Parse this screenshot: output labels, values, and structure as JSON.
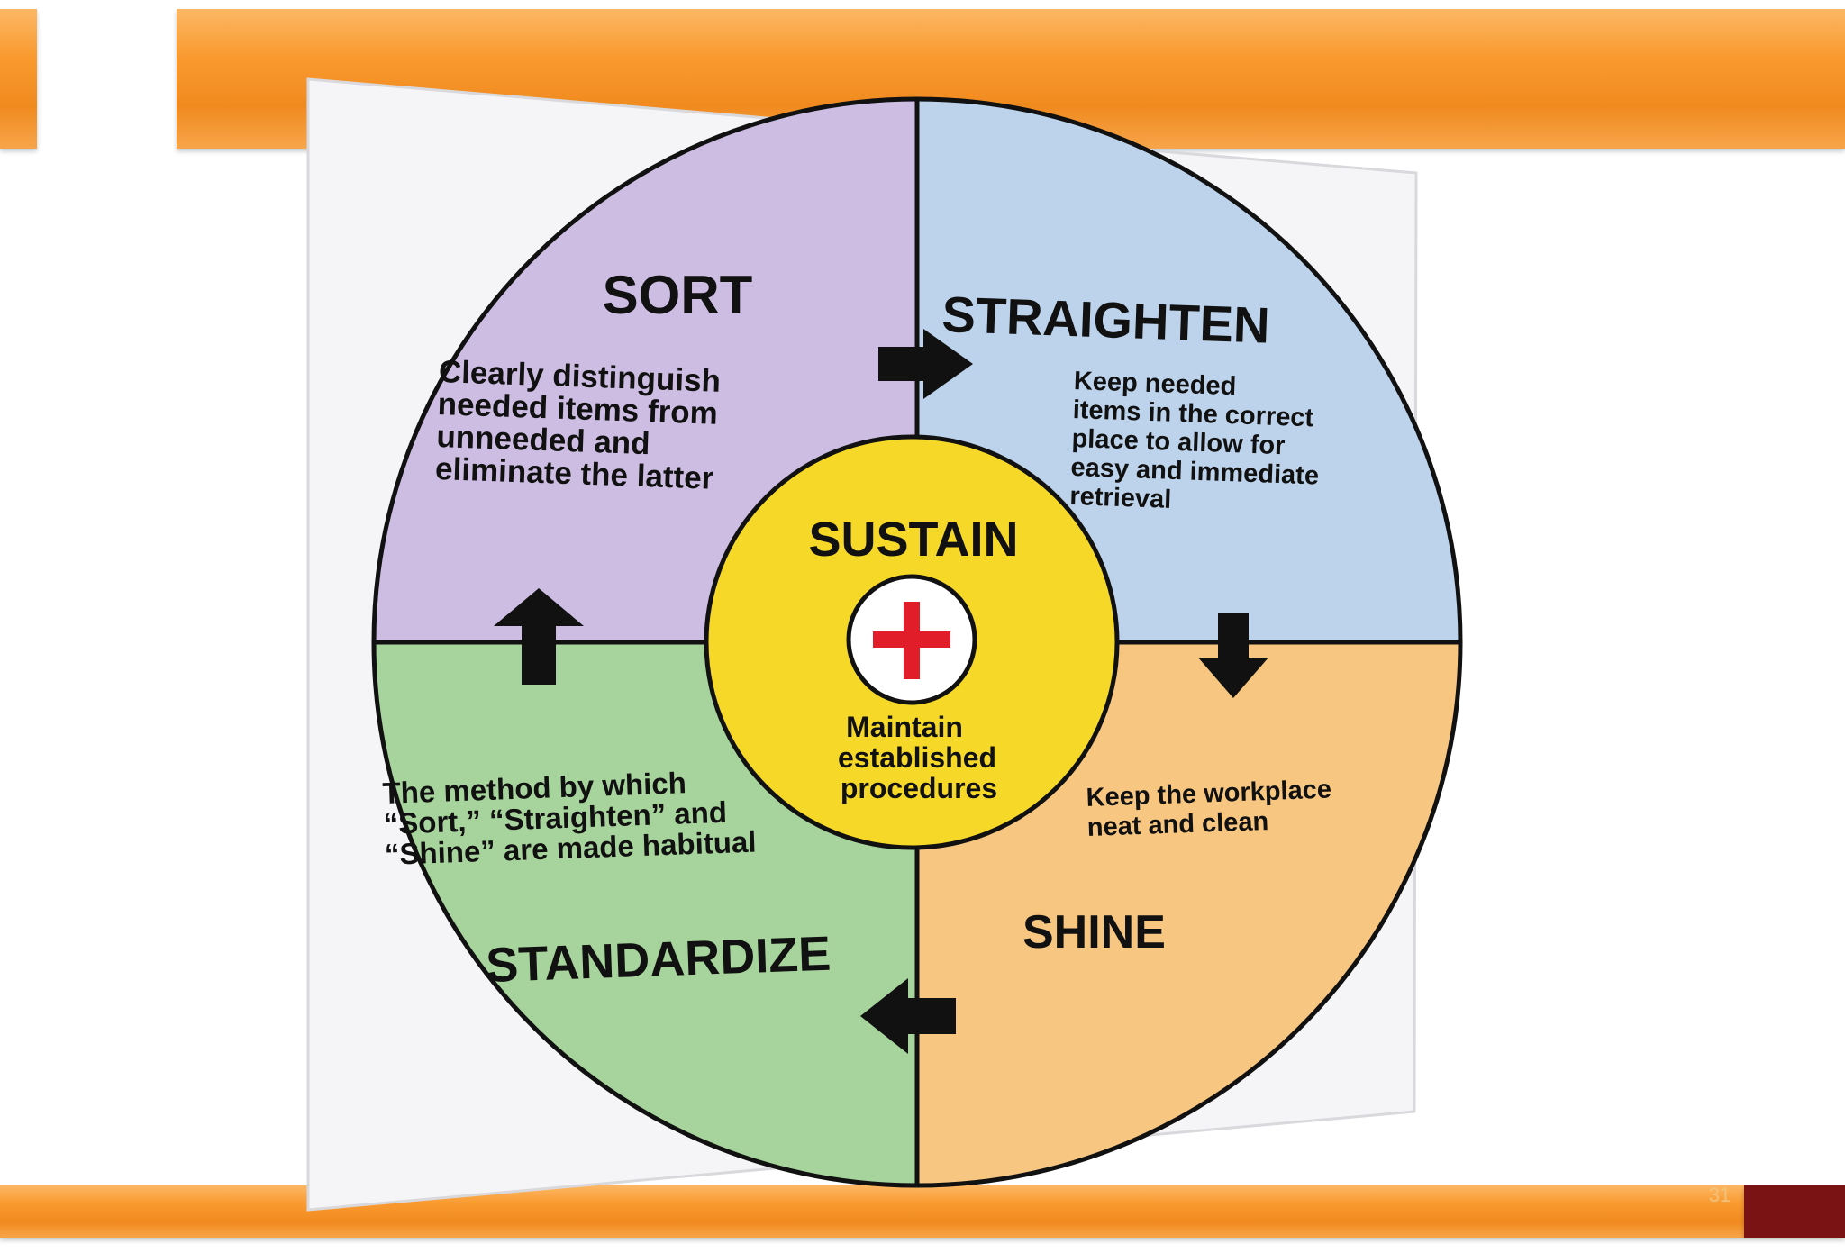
{
  "slide_number": "31",
  "center": {
    "title": "SUSTAIN",
    "description": [
      "Maintain",
      "established",
      "procedures"
    ],
    "icon": "red-cross-icon"
  },
  "quadrants": {
    "sort": {
      "title": "SORT",
      "description": [
        "Clearly distinguish",
        "needed items from",
        "unneeded and",
        "eliminate the latter"
      ]
    },
    "straighten": {
      "title": "STRAIGHTEN",
      "description": [
        "Keep needed",
        "items in the correct",
        "place to allow for",
        "easy and immediate",
        "retrieval"
      ]
    },
    "shine": {
      "title": "SHINE",
      "description": [
        "Keep the workplace",
        "neat and clean"
      ]
    },
    "standardize": {
      "title": "STANDARDIZE",
      "description": [
        "The method by which",
        "“Sort,” “Straighten” and",
        "“Shine” are made habitual"
      ]
    }
  },
  "colors": {
    "sort": "#cdbde2",
    "straighten": "#bcd3eb",
    "shine": "#f7c681",
    "standardize": "#a7d49c",
    "sustain": "#f6d928",
    "cross": "#e11d2a",
    "accent_orange": "#f99a2f",
    "accent_maroon": "#7a1414"
  }
}
